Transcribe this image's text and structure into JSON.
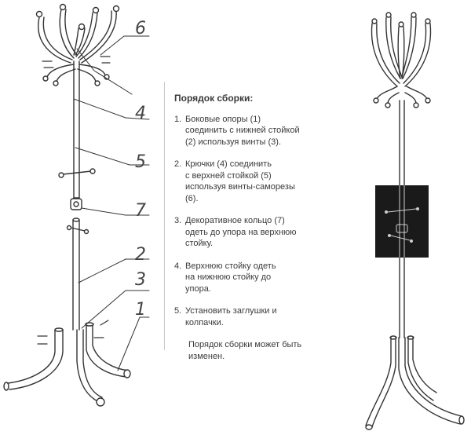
{
  "instructions": {
    "title": "Порядок сборки:",
    "steps": [
      {
        "num": "1.",
        "text": "Боковые опоры (1)\nсоединить с нижней стойкой\n(2) используя винты (3)."
      },
      {
        "num": "2.",
        "text": "Крючки (4) соединить\nс верхней стойкой (5)\nиспользуя винты-саморезы\n(6)."
      },
      {
        "num": "3.",
        "text": "Декоративное кольцо (7)\nодеть до упора на верхнюю\nстойку."
      },
      {
        "num": "4.",
        "text": "Верхнюю стойку одеть\nна нижнюю стойку до\nупора."
      },
      {
        "num": "5.",
        "text": "Установить заглушки и\nколпачки."
      }
    ],
    "note": "Порядок сборки может быть\nизменен."
  },
  "callouts": {
    "c6": "6",
    "c4": "4",
    "c5": "5",
    "c7": "7",
    "c2": "2",
    "c3": "3",
    "c1": "1"
  },
  "colors": {
    "line": "#333333",
    "inset_bg": "#1a1a1a"
  }
}
